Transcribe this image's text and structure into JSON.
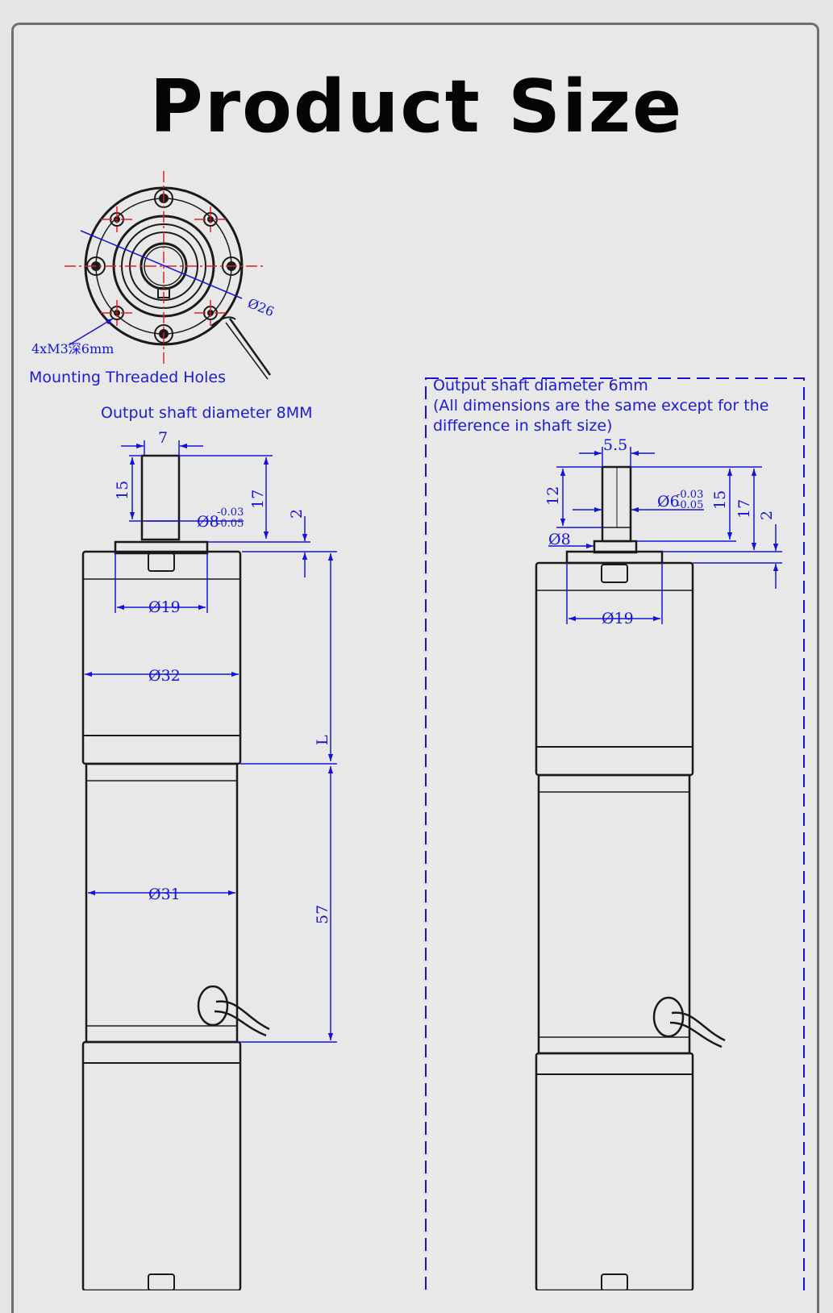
{
  "title": "Product Size",
  "front_view": {
    "diameter_label": "Ø26",
    "holes_label": "4xM3深6mm",
    "caption": "Mounting Threaded Holes"
  },
  "left_view": {
    "caption": "Output shaft diameter 8MM",
    "dims": {
      "shaft_width": "7",
      "shaft_length": "15",
      "shaft_total": "17",
      "shoulder": "2",
      "shaft_dia": "Ø8",
      "tol_upper": "-0.03",
      "tol_lower": "-0.05",
      "boss_dia": "Ø19",
      "body_dia": "Ø32",
      "gearbox_length": "L",
      "motor_dia": "Ø31",
      "motor_length": "57"
    }
  },
  "right_view": {
    "caption": "Output shaft diameter 6mm\n(All dimensions are the same except for the\ndifference in shaft size)",
    "dims": {
      "flat_width": "5.5",
      "flat_length": "12",
      "shaft_dia": "Ø6",
      "tol_upper": "-0.03",
      "tol_lower": "-0.05",
      "shaft_length": "15",
      "shaft_total": "17",
      "shoulder": "2",
      "collar_dia": "Ø8",
      "boss_dia": "Ø19"
    }
  },
  "colors": {
    "dimension": "#1414d8",
    "centerline": "#e02020",
    "outline": "#1a1a1a"
  }
}
